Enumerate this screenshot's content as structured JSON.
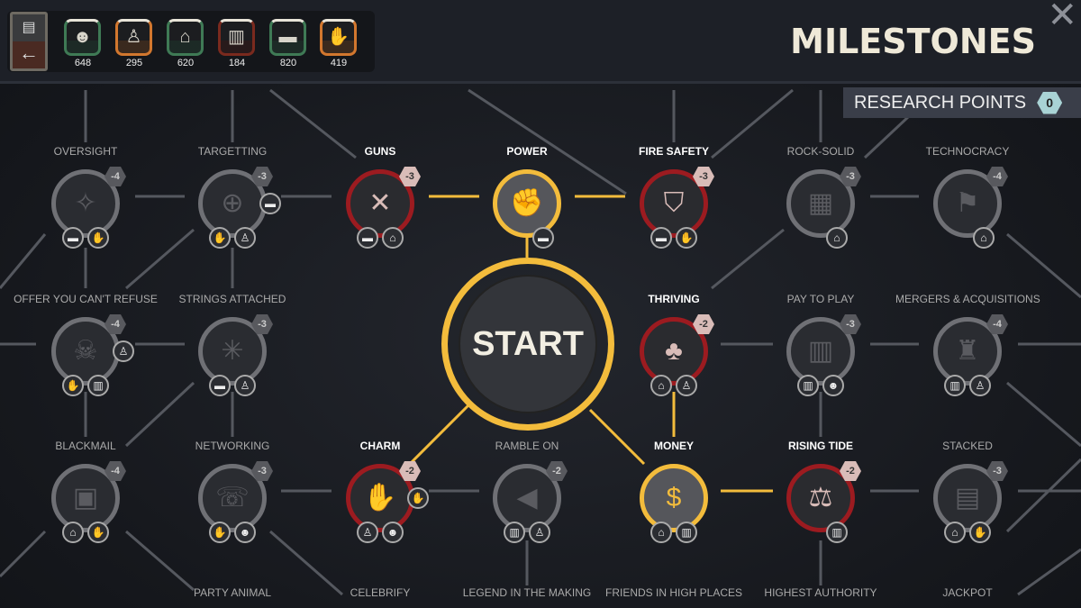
{
  "header": {
    "title": "MILESTONES",
    "close_icon": "close-icon",
    "back_icon": "back-arrow-icon"
  },
  "resources": [
    {
      "name": "population",
      "icon": "people-icon",
      "value": "648",
      "color": "#3f7a55"
    },
    {
      "name": "politics",
      "icon": "podium-icon",
      "value": "295",
      "color": "#d2772e"
    },
    {
      "name": "industry",
      "icon": "factory-icon",
      "value": "620",
      "color": "#3f7a55"
    },
    {
      "name": "economy",
      "icon": "chart-icon",
      "value": "184",
      "color": "#7a2a1e"
    },
    {
      "name": "military",
      "icon": "tank-icon",
      "value": "820",
      "color": "#3f7a55"
    },
    {
      "name": "diplomacy",
      "icon": "handshake-icon",
      "value": "419",
      "color": "#d2772e"
    }
  ],
  "research_points": {
    "label": "RESEARCH POINTS",
    "value": "0"
  },
  "start": {
    "label": "START"
  },
  "nodes": [
    {
      "label": "OVERSIGHT",
      "cost": "-4",
      "state": "locked",
      "icon": "satellite-icon",
      "reqs": [
        "tank",
        "handshake"
      ]
    },
    {
      "label": "TARGETTING",
      "cost": "-3",
      "state": "locked",
      "icon": "crosshair-icon",
      "reqs": [
        "handshake",
        "podium",
        "tank"
      ]
    },
    {
      "label": "GUNS",
      "cost": "-3",
      "state": "available",
      "icon": "crossed-rifles-icon",
      "reqs": [
        "tank",
        "factory"
      ]
    },
    {
      "label": "POWER",
      "cost": "",
      "state": "owned",
      "icon": "fist-icon",
      "reqs": [
        "tank"
      ]
    },
    {
      "label": "FIRE SAFETY",
      "cost": "-3",
      "state": "available",
      "icon": "shield-icon",
      "reqs": [
        "tank",
        "handshake"
      ]
    },
    {
      "label": "ROCK-SOLID",
      "cost": "-3",
      "state": "locked",
      "icon": "brick-wall-icon",
      "reqs": [
        "factory"
      ]
    },
    {
      "label": "TECHNOCRACY",
      "cost": "-4",
      "state": "locked",
      "icon": "flag-icon",
      "reqs": [
        "factory"
      ]
    },
    {
      "label": "OFFER YOU CAN'T REFUSE",
      "cost": "-4",
      "state": "locked",
      "icon": "skull-letter-icon",
      "reqs": [
        "handshake",
        "chart",
        "podium"
      ]
    },
    {
      "label": "STRINGS ATTACHED",
      "cost": "-3",
      "state": "locked",
      "icon": "web-icon",
      "reqs": [
        "tank",
        "podium"
      ]
    },
    {
      "label": "THRIVING",
      "cost": "-2",
      "state": "available",
      "icon": "sprout-icon",
      "reqs": [
        "factory",
        "podium"
      ]
    },
    {
      "label": "PAY TO PLAY",
      "cost": "-3",
      "state": "locked",
      "icon": "bar-chart-icon",
      "reqs": [
        "chart",
        "people"
      ]
    },
    {
      "label": "MERGERS & ACQUISITIONS",
      "cost": "-4",
      "state": "locked",
      "icon": "monopoly-man-icon",
      "reqs": [
        "chart",
        "podium"
      ]
    },
    {
      "label": "BLACKMAIL",
      "cost": "-4",
      "state": "locked",
      "icon": "photo-icon",
      "reqs": [
        "factory",
        "handshake"
      ]
    },
    {
      "label": "NETWORKING",
      "cost": "-3",
      "state": "locked",
      "icon": "phone-icon",
      "reqs": [
        "handshake",
        "people"
      ]
    },
    {
      "label": "CHARM",
      "cost": "-2",
      "state": "available",
      "icon": "handshake-icon",
      "reqs": [
        "podium",
        "people",
        "handshake"
      ]
    },
    {
      "label": "RAMBLE ON",
      "cost": "-2",
      "state": "locked",
      "icon": "megaphone-icon",
      "reqs": [
        "chart",
        "podium"
      ]
    },
    {
      "label": "MONEY",
      "cost": "",
      "state": "owned",
      "icon": "coin-hand-icon",
      "reqs": [
        "factory",
        "chart"
      ]
    },
    {
      "label": "RISING TIDE",
      "cost": "-2",
      "state": "available",
      "icon": "scales-icon",
      "reqs": [
        "chart"
      ]
    },
    {
      "label": "STACKED",
      "cost": "-3",
      "state": "locked",
      "icon": "cash-stack-icon",
      "reqs": [
        "factory",
        "handshake"
      ]
    },
    {
      "label": "PARTY ANIMAL",
      "cost": "",
      "state": "locked",
      "icon": "",
      "reqs": []
    },
    {
      "label": "CELEBRIFY",
      "cost": "",
      "state": "locked",
      "icon": "",
      "reqs": []
    },
    {
      "label": "LEGEND IN THE MAKING",
      "cost": "",
      "state": "locked",
      "icon": "",
      "reqs": []
    },
    {
      "label": "FRIENDS IN HIGH PLACES",
      "cost": "",
      "state": "locked",
      "icon": "",
      "reqs": []
    },
    {
      "label": "HIGHEST AUTHORITY",
      "cost": "",
      "state": "locked",
      "icon": "",
      "reqs": []
    },
    {
      "label": "JACKPOT",
      "cost": "",
      "state": "locked",
      "icon": "",
      "reqs": []
    }
  ]
}
